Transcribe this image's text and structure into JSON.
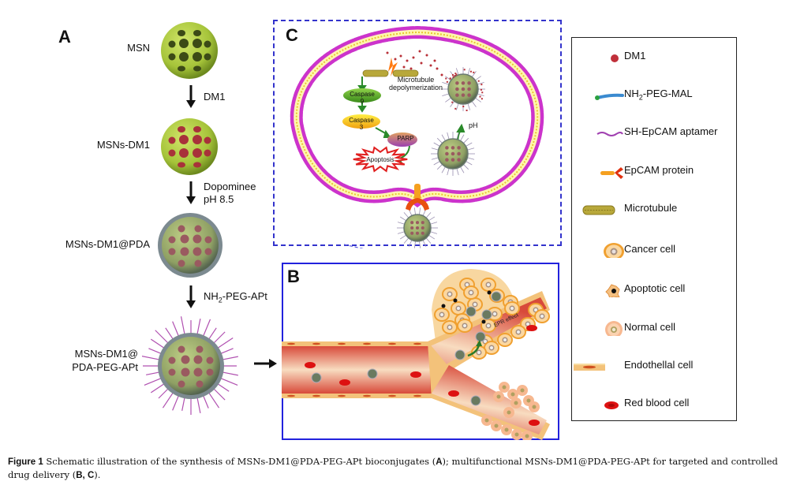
{
  "panel_a": {
    "letter": "A",
    "stages": [
      {
        "name": "MSN"
      },
      {
        "name": "MSNs-DM1"
      },
      {
        "name": "MSNs-DM1@PDA"
      },
      {
        "name_line1": "MSNs-DM1@",
        "name_line2": "PDA-PEG-APt"
      }
    ],
    "steps": [
      {
        "line1": "DM1",
        "line2": ""
      },
      {
        "line1": "Dopominee",
        "line2": "pH 8.5"
      },
      {
        "prefix": "NH",
        "sub": "2",
        "suffix": "-PEG-APt"
      }
    ]
  },
  "panel_b": {
    "letter": "B",
    "annotation": "EPR effect"
  },
  "panel_c": {
    "letter": "C",
    "microtubule_label_line1": "Microtubule",
    "microtubule_label_line2": "depolymerization",
    "pathway": [
      "Caspase 9",
      "Caspase 3",
      "PARP",
      "Apoptosis"
    ],
    "ph_label": "pH"
  },
  "legend": {
    "items": [
      {
        "icon": "dm1-dot-icon",
        "label": "DM1"
      },
      {
        "icon": "peg-strand-icon",
        "prefix": "NH",
        "sub": "2",
        "suffix": "-PEG-MAL"
      },
      {
        "icon": "aptamer-wave-icon",
        "label": "SH-EpCAM aptamer"
      },
      {
        "icon": "epcam-protein-icon",
        "label": "EpCAM protein"
      },
      {
        "icon": "microtubule-icon",
        "label": "Microtubule"
      },
      {
        "icon": "cancer-cell-icon",
        "label": "Cancer cell"
      },
      {
        "icon": "apoptotic-cell-icon",
        "label": "Apoptotic cell"
      },
      {
        "icon": "normal-cell-icon",
        "label": "Normal cell"
      },
      {
        "icon": "endothelial-cell-icon",
        "label": "Endothellal cell"
      },
      {
        "icon": "red-blood-cell-icon",
        "label": "Red blood cell"
      }
    ]
  },
  "caption": {
    "figure_label": "Figure 1",
    "text_1": " Schematic illustration of the synthesis of MSNs-DM1@PDA-PEG-APt bioconjugates (",
    "ref_a": "A",
    "text_2": "); multifunctional MSNs-DM1@PDA-PEG-APt for targeted and controlled drug delivery (",
    "ref_bc": "B, C",
    "text_3": ")."
  },
  "colors": {
    "msn_green": "#a6c43a",
    "pda_gray": "#8a9a88",
    "aptamer_purple": "#b040b0",
    "membrane_magenta": "#cc33cc",
    "membrane_yellow": "#f2e04a",
    "panel_b_border": "#2222dd",
    "panel_c_border": "#3333cc",
    "vessel_red": "#d9534f",
    "vessel_wall": "#f3c27a",
    "cancer_orange": "#f0a030",
    "rbc_red": "#dd1111"
  }
}
